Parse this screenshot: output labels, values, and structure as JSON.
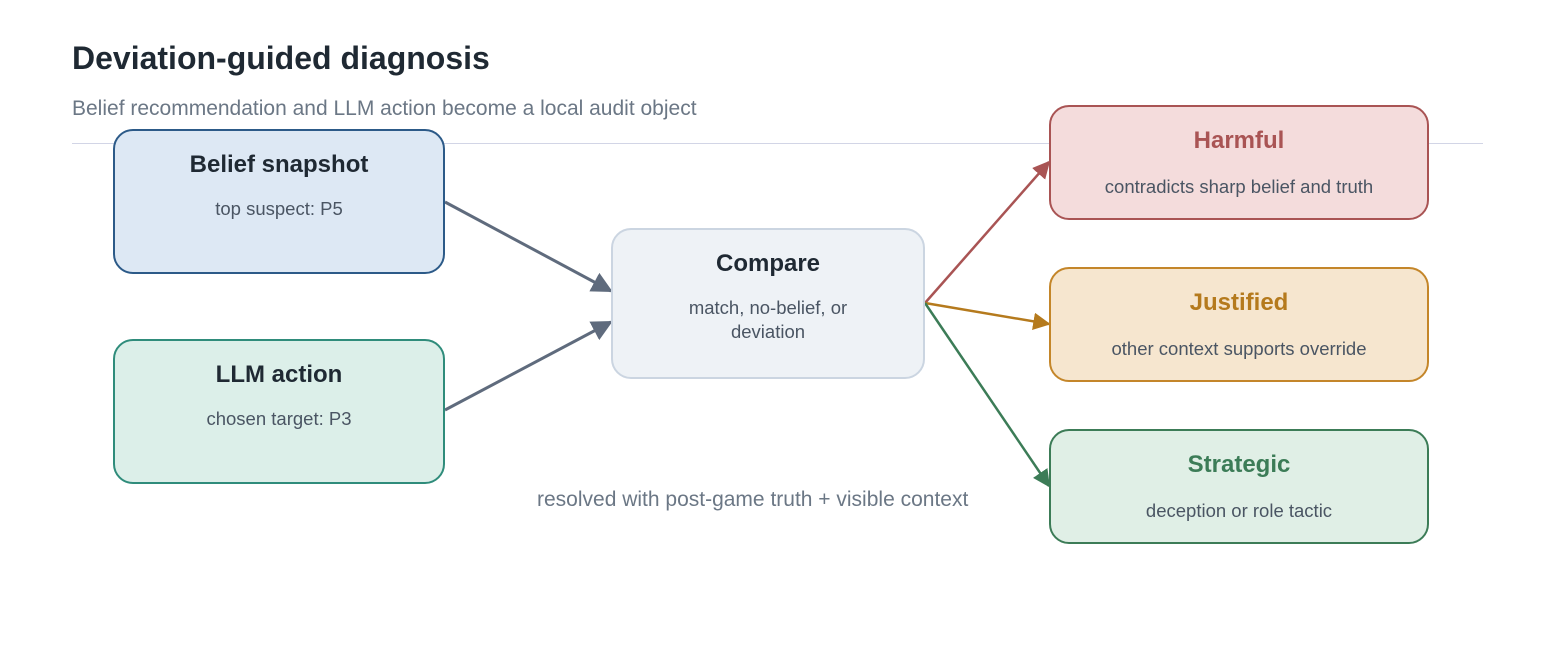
{
  "header": {
    "title": "Deviation-guided diagnosis",
    "subtitle": "Belief recommendation and LLM action become a local audit object"
  },
  "nodes": {
    "belief": {
      "title": "Belief snapshot",
      "body": "top suspect: P5",
      "fill": "#dde8f4",
      "stroke": "#2c5a88"
    },
    "llm": {
      "title": "LLM action",
      "body": "chosen target: P3",
      "fill": "#dcefe9",
      "stroke": "#2f8c7b"
    },
    "compare": {
      "title": "Compare",
      "body": "match, no-belief, or deviation",
      "fill": "#eef2f6",
      "stroke": "#cbd5e1"
    },
    "harmful": {
      "title": "Harmful",
      "body": "contradicts sharp belief and truth",
      "fill": "#f4dcdc",
      "stroke": "#a95454",
      "title_color": "#a95454",
      "arrow": "#a95454"
    },
    "justified": {
      "title": "Justified",
      "body": "other context supports override",
      "fill": "#f6e6cf",
      "stroke": "#c4862a",
      "title_color": "#b57a1d",
      "arrow": "#b57a1d"
    },
    "strategic": {
      "title": "Strategic",
      "body": "deception or role tactic",
      "fill": "#e0efe6",
      "stroke": "#3c7c57",
      "title_color": "#3c7c57",
      "arrow": "#3c7c57"
    }
  },
  "caption": "resolved with post-game truth + visible context",
  "colors": {
    "input_arrow": "#5f6b7d",
    "title_text": "#1f2933"
  }
}
